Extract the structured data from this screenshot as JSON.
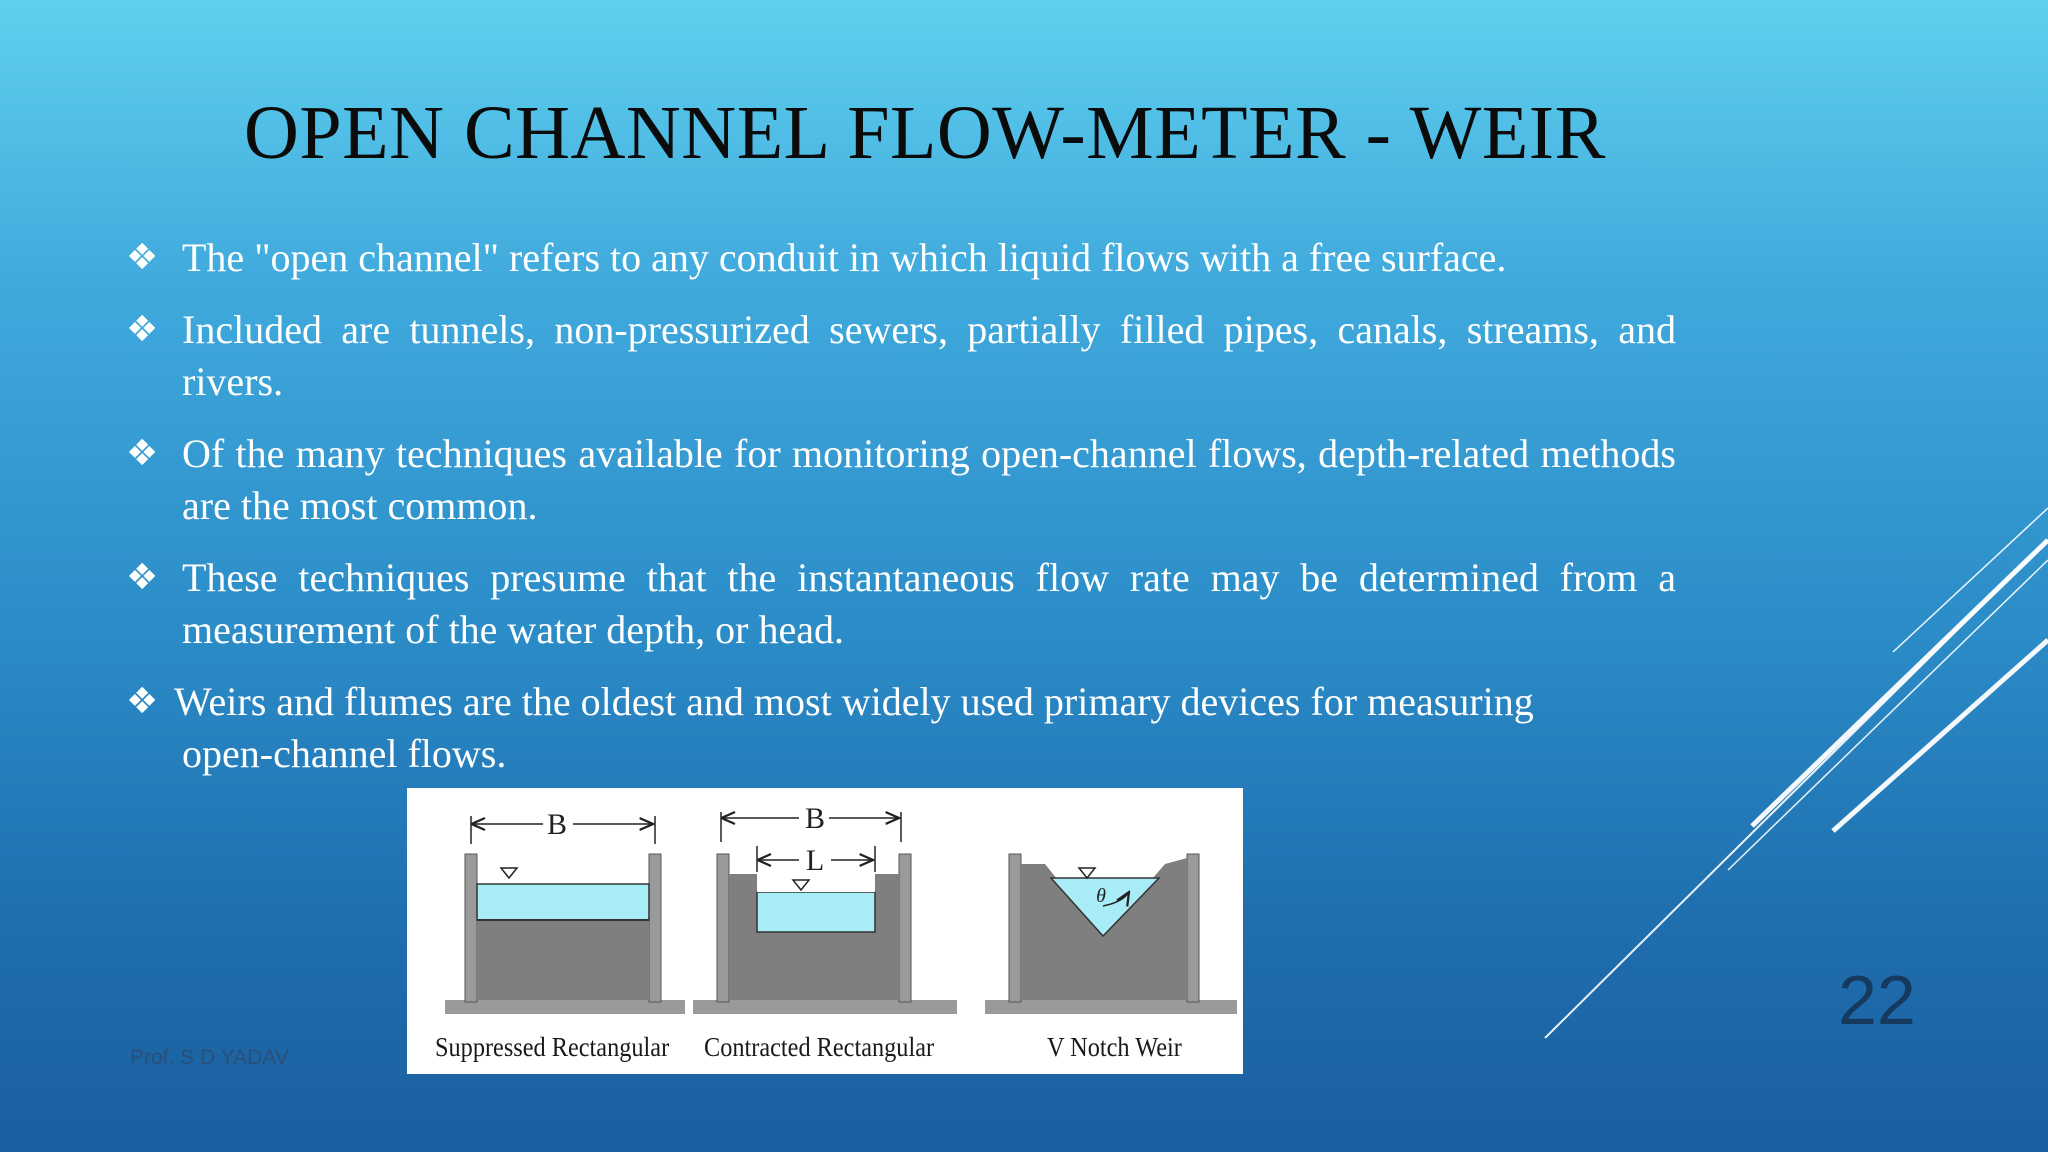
{
  "slide": {
    "title": "OPEN CHANNEL FLOW-METER - WEIR",
    "bullets": [
      {
        "text": "The \"open channel\" refers to any conduit in which liquid flows with a free surface."
      },
      {
        "text": "Included are tunnels, non-pressurized sewers, partially filled pipes, canals, streams, and rivers."
      },
      {
        "text": "Of the many techniques available for monitoring open-channel flows, depth-related methods are the most common."
      },
      {
        "text": "These techniques presume that the instantaneous flow rate may be determined from a measurement of the water depth, or head."
      },
      {
        "line1": "Weirs and flumes are the oldest and most widely used primary devices for measuring",
        "line2": "open-channel flows."
      }
    ],
    "figure": {
      "labels": [
        "Suppressed Rectangular",
        "Contracted Rectangular",
        "V Notch Weir"
      ],
      "dim_b": "B",
      "dim_l": "L",
      "angle": "θ"
    },
    "author": "Prof. S D YADAV",
    "page_number": "22"
  },
  "colors": {
    "background_top": "#5fd0ee",
    "background_bottom": "#1a5f9f",
    "water": "#a8ecf7",
    "weir_body": "#808080"
  },
  "icons": {
    "bullet": "diamond-four-icon"
  }
}
